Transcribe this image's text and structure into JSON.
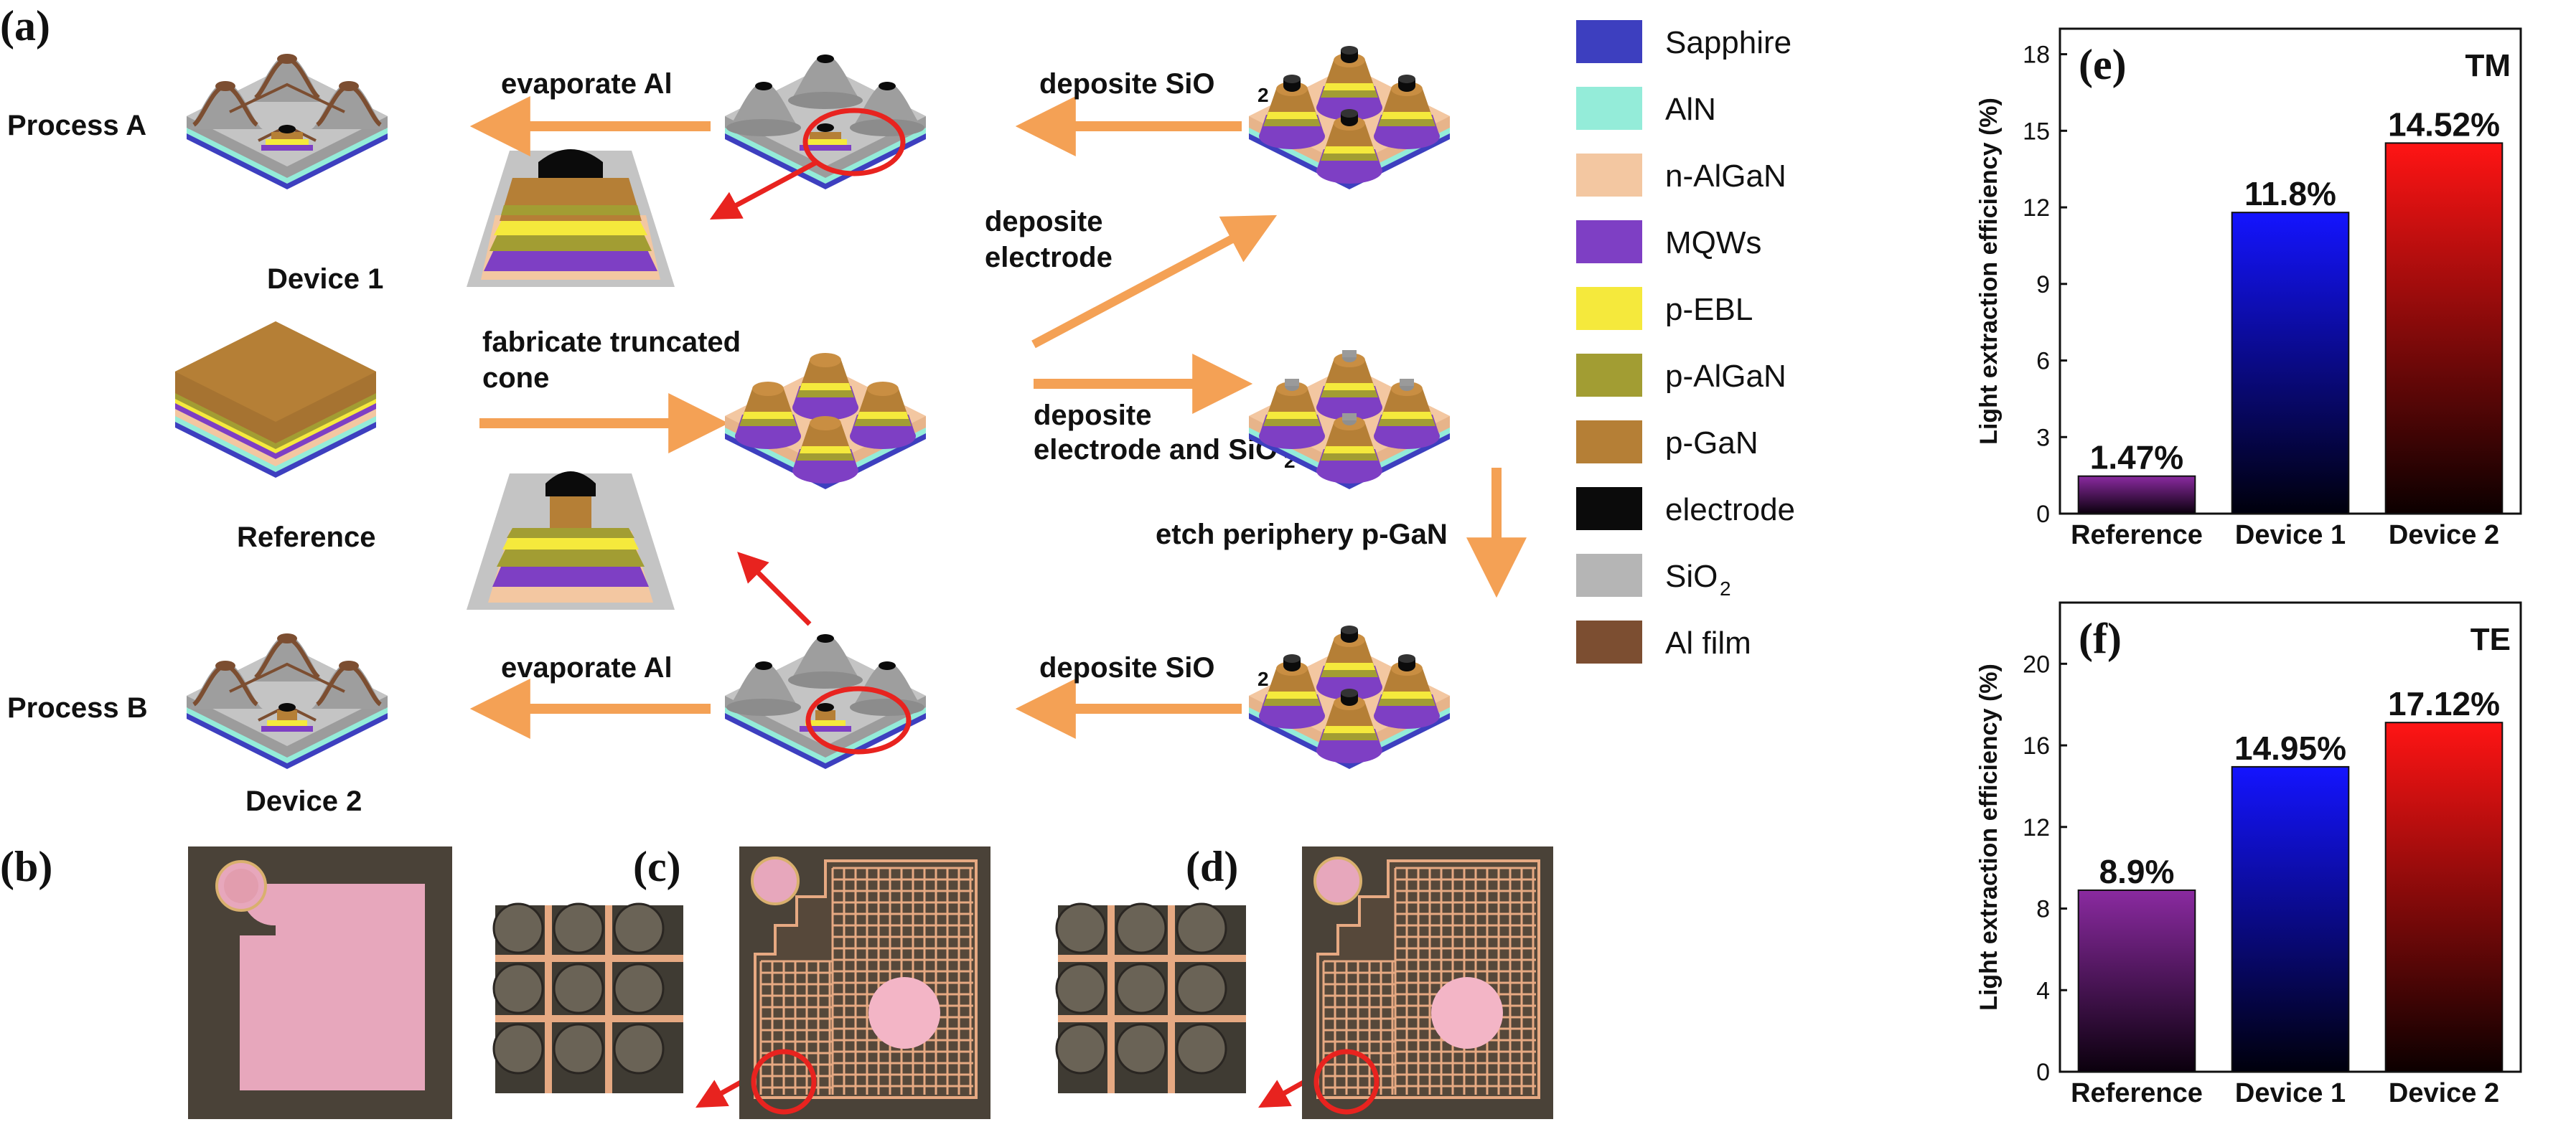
{
  "figure": {
    "panel_labels": {
      "a": "(a)",
      "b": "(b)",
      "c": "(c)",
      "d": "(d)",
      "e": "(e)",
      "f": "(f)"
    },
    "process_a_label": "Process A",
    "process_b_label": "Process B",
    "device1_label": "Device 1",
    "device2_label": "Device 2",
    "reference_label": "Reference",
    "steps": {
      "evaporate_al_top": "evaporate Al",
      "deposite_sio2_top": "deposite SiO",
      "deposite_electrode_1": "deposite",
      "deposite_electrode_2": "electrode",
      "fabricate_1": "fabricate truncated",
      "fabricate_2": "cone",
      "deposite_elec_sio2_1": "deposite",
      "deposite_elec_sio2_2": "electrode and SiO",
      "etch": "etch periphery p-GaN",
      "deposite_sio2_bottom": "deposite SiO",
      "evaporate_al_bottom": "evaporate Al",
      "subscript_2": "2"
    }
  },
  "legend": {
    "items": [
      {
        "label": "Sapphire",
        "color": "#3d3fbf"
      },
      {
        "label": "AlN",
        "color": "#94ecd9"
      },
      {
        "label": "n-AlGaN",
        "color": "#f3c7a1"
      },
      {
        "label": "MQWs",
        "color": "#7e3fc4"
      },
      {
        "label": "p-EBL",
        "color": "#f5e93c"
      },
      {
        "label": "p-AlGaN",
        "color": "#a29d33"
      },
      {
        "label": "p-GaN",
        "color": "#b57f36"
      },
      {
        "label": "electrode",
        "color": "#0b0b0b"
      },
      {
        "label": "SiO",
        "sub": "2",
        "color": "#b5b5b5"
      },
      {
        "label": "Al film",
        "color": "#7c4e31"
      }
    ]
  },
  "chart_data": [
    {
      "type": "bar",
      "panel": "(e)",
      "mode": "TM",
      "ylabel": "Light extraction efficiency (%)",
      "categories": [
        "Reference",
        "Device 1",
        "Device 2"
      ],
      "values": [
        1.47,
        11.8,
        14.52
      ],
      "data_labels": [
        "1.47%",
        "11.8%",
        "14.52%"
      ],
      "ylim": [
        0,
        19
      ],
      "yticks": [
        0,
        3,
        6,
        9,
        12,
        15,
        18
      ],
      "bar_colors": [
        "#7a1f8e",
        "#1a1aff",
        "#ff1a1a"
      ]
    },
    {
      "type": "bar",
      "panel": "(f)",
      "mode": "TE",
      "ylabel": "Light extraction efficiency (%)",
      "categories": [
        "Reference",
        "Device 1",
        "Device 2"
      ],
      "values": [
        8.9,
        14.95,
        17.12
      ],
      "data_labels": [
        "8.9%",
        "14.95%",
        "17.12%"
      ],
      "ylim": [
        0,
        23
      ],
      "yticks": [
        0,
        4,
        8,
        12,
        16,
        20
      ],
      "bar_colors": [
        "#7a1f8e",
        "#1a1aff",
        "#ff1a1a"
      ]
    }
  ]
}
